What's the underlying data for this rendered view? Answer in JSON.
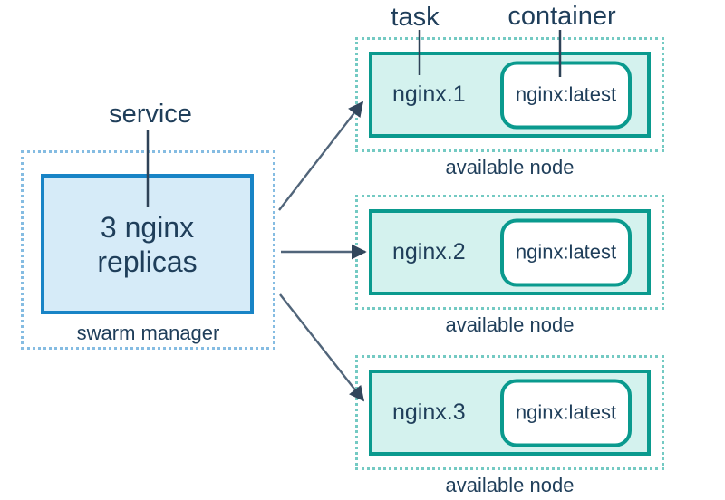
{
  "labels": {
    "service": "service",
    "task": "task",
    "container": "container"
  },
  "manager": {
    "box_text": "3 nginx replicas",
    "caption": "swarm manager"
  },
  "nodes": [
    {
      "task_name": "nginx.1",
      "container_image": "nginx:latest",
      "caption": "available node"
    },
    {
      "task_name": "nginx.2",
      "container_image": "nginx:latest",
      "caption": "available node"
    },
    {
      "task_name": "nginx.3",
      "container_image": "nginx:latest",
      "caption": "available node"
    }
  ],
  "colors": {
    "label_text": "#1f3e5a",
    "manager_box_border": "#1884c6",
    "manager_box_fill": "#d6ebf8",
    "manager_dotted_border": "#85bce2",
    "node_box_border": "#0a9a8e",
    "node_box_fill": "#d4f2ee",
    "node_dotted_border": "#74cac3",
    "arrow_line": "#51657a",
    "arrow_head": "#32465c"
  }
}
